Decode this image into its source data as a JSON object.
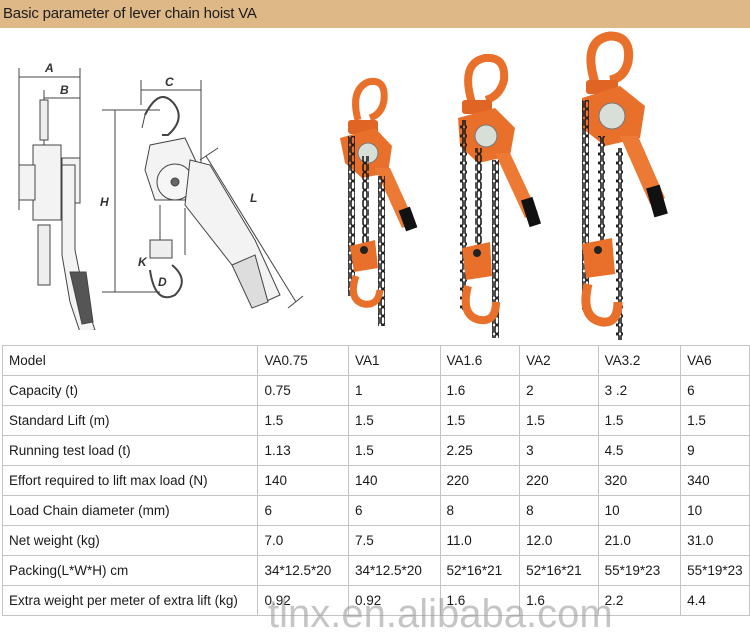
{
  "header": {
    "title": "Basic parameter of lever chain hoist VA",
    "background_color": "#deb887"
  },
  "diagram": {
    "dimension_labels": [
      "A",
      "B",
      "C",
      "H",
      "L",
      "K",
      "D"
    ]
  },
  "photos": {
    "count": 3,
    "hoist_color": "#e8702a",
    "chain_color": "#1e1e1e"
  },
  "table": {
    "header": {
      "label": "Model",
      "models": [
        "VA0.75",
        "VA1",
        "VA1.6",
        "VA2",
        "VA3.2",
        "VA6"
      ]
    },
    "rows": [
      {
        "label": "Capacity (t)",
        "values": [
          "0.75",
          "1",
          "1.6",
          "2",
          "3 .2",
          "6"
        ]
      },
      {
        "label": "Standard Lift (m)",
        "values": [
          "1.5",
          "1.5",
          "1.5",
          "1.5",
          "1.5",
          "1.5"
        ]
      },
      {
        "label": "Running test load (t)",
        "values": [
          "1.13",
          "1.5",
          "2.25",
          "3",
          "4.5",
          "9"
        ]
      },
      {
        "label": "Effort required to lift max load (N)",
        "values": [
          "140",
          "140",
          "220",
          "220",
          "320",
          "340"
        ]
      },
      {
        "label": "Load Chain diameter (mm)",
        "values": [
          "6",
          "6",
          "8",
          "8",
          "10",
          "10"
        ]
      },
      {
        "label": "Net weight (kg)",
        "values": [
          "7.0",
          "7.5",
          "11.0",
          "12.0",
          "21.0",
          "31.0"
        ]
      },
      {
        "label": "Packing(L*W*H) cm",
        "values": [
          "34*12.5*20",
          "34*12.5*20",
          "52*16*21",
          "52*16*21",
          "55*19*23",
          "55*19*23"
        ]
      },
      {
        "label": "Extra weight per meter of extra lift (kg)",
        "values": [
          "0.92",
          "0.92",
          "1.6",
          "1.6",
          "2.2",
          "4.4"
        ]
      }
    ]
  },
  "watermark": "tlnx.en.alibaba.com"
}
